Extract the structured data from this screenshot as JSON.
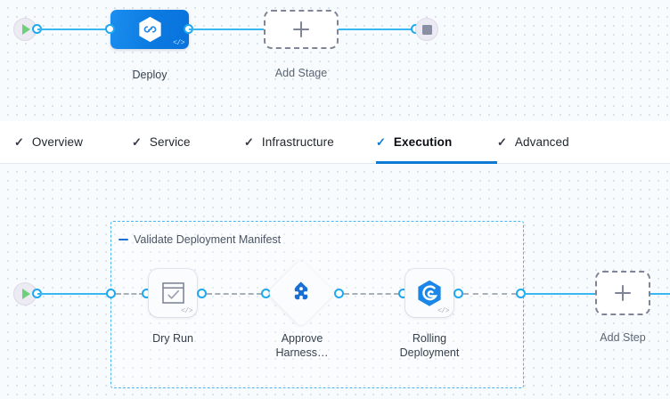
{
  "colors": {
    "accent_blue": "#0b7ad4",
    "connector_blue": "#37b6f0",
    "port_blue": "#1fa8ef",
    "stage_blue": "#0b7ae0",
    "group_border": "#4ab6ef",
    "dashed_grey": "#7f8596",
    "canvas_bg": "#f8fbfd",
    "start_green": "#6dd07a",
    "stop_grey": "#8a8fa3"
  },
  "stage_canvas": {
    "start_node": {
      "icon": "play-icon"
    },
    "end_node": {
      "icon": "stop-icon"
    },
    "stages": [
      {
        "label": "Deploy",
        "icon": "harness-hexagon-icon",
        "code_badge": "</>",
        "selected": true
      }
    ],
    "add_stage": {
      "label": "Add Stage",
      "icon": "plus-icon"
    }
  },
  "tabs": [
    {
      "label": "Overview",
      "check": "✓",
      "active": false
    },
    {
      "label": "Service",
      "check": "✓",
      "active": false
    },
    {
      "label": "Infrastructure",
      "check": "✓",
      "active": false
    },
    {
      "label": "Execution",
      "check": "✓",
      "active": true
    },
    {
      "label": "Advanced",
      "check": "✓",
      "active": false
    }
  ],
  "execution_canvas": {
    "start_node": {
      "icon": "play-icon"
    },
    "step_group": {
      "label": "Validate Deployment Manifest",
      "collapse_icon": "minus-icon",
      "steps": [
        {
          "label": "Dry Run",
          "icon": "checkbox-window-icon",
          "code_badge": "</>",
          "shape": "rounded"
        },
        {
          "label": "Approve Harness…",
          "icon": "harness-approval-icon",
          "code_badge": "",
          "shape": "diamond"
        },
        {
          "label": "Rolling Deployment",
          "icon": "rolling-deployment-icon",
          "code_badge": "</>",
          "shape": "rounded"
        }
      ]
    },
    "add_step": {
      "label": "Add Step",
      "icon": "plus-icon"
    }
  }
}
